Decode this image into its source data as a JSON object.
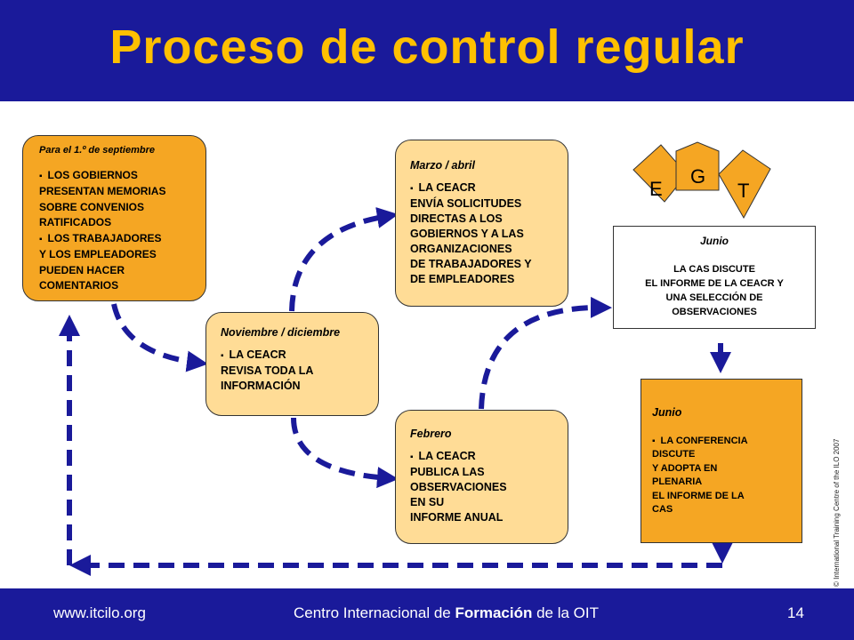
{
  "header": {
    "title": "Proceso de control regular"
  },
  "boxes": {
    "september": {
      "period": "Para el 1.º de septiembre",
      "items": [
        "LOS GOBIERNOS\nPRESENTAN MEMORIAS\nSOBRE CONVENIOS\nRATIFICADOS",
        "LOS TRABAJADORES\nY LOS EMPLEADORES\nPUEDEN HACER\nCOMENTARIOS"
      ]
    },
    "november": {
      "period": "Noviembre / diciembre",
      "items": [
        "LA CEACR\nREVISA TODA LA\nINFORMACIÓN"
      ]
    },
    "march": {
      "period": "Marzo / abril",
      "items": [
        "LA CEACR\nENVÍA SOLICITUDES\nDIRECTAS A LOS\nGOBIERNOS Y A LAS\nORGANIZACIONES\nDE TRABAJADORES Y\nDE EMPLEADORES"
      ]
    },
    "february": {
      "period": "Febrero",
      "items": [
        "LA CEACR\nPUBLICA LAS\nOBSERVACIONES\nEN SU\nINFORME ANUAL"
      ]
    },
    "june_cas": {
      "period": "Junio",
      "description": "LA CAS DISCUTE\nEL INFORME DE LA CEACR Y\nUNA SELECCIÓN DE\nOBSERVACIONES"
    },
    "june_conference": {
      "period": "Junio",
      "items": [
        "LA CONFERENCIA\nDISCUTE\nY ADOPTA EN\nPLENARIA\nEL INFORME DE LA\nCAS"
      ]
    }
  },
  "tripartite_tabs": [
    "E",
    "G",
    "T"
  ],
  "colors": {
    "header_bg": "#1a1a9a",
    "title": "#ffc000",
    "orange": "#f5a623",
    "light_orange": "#ffdc96",
    "arrow": "#1a1a9a"
  },
  "side_note": "© International Training Centre of the ILO 2007",
  "footer": {
    "url": "www.itcilo.org",
    "center_prefix": "Centro Internacional de ",
    "center_bold": "Formación",
    "center_suffix": " de la OIT",
    "page": "14"
  }
}
